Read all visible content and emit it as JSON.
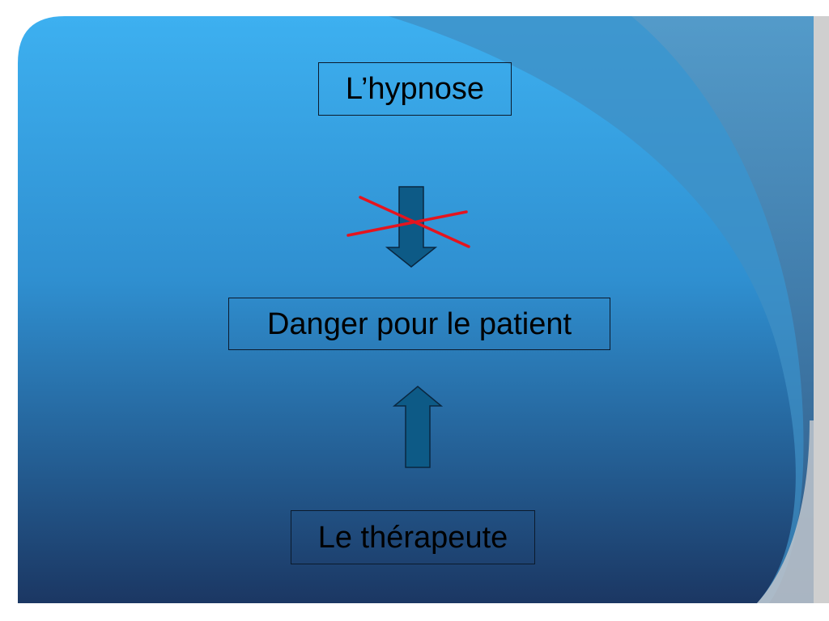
{
  "slide": {
    "nodes": {
      "top": "L’hypnose",
      "middle": "Danger pour le patient",
      "bottom": "Le thérapeute"
    },
    "arrows": [
      {
        "from": "top",
        "to": "middle",
        "direction": "down",
        "crossed_out": true
      },
      {
        "from": "bottom",
        "to": "middle",
        "direction": "up",
        "crossed_out": false
      }
    ],
    "colors": {
      "background_top": "#3aaeee",
      "background_bottom": "#1c3a68",
      "arrow_fill": "#0d5a86",
      "arrow_stroke": "#0a2740",
      "cross": "#e5141e",
      "frame": "#cfcfcf"
    }
  }
}
